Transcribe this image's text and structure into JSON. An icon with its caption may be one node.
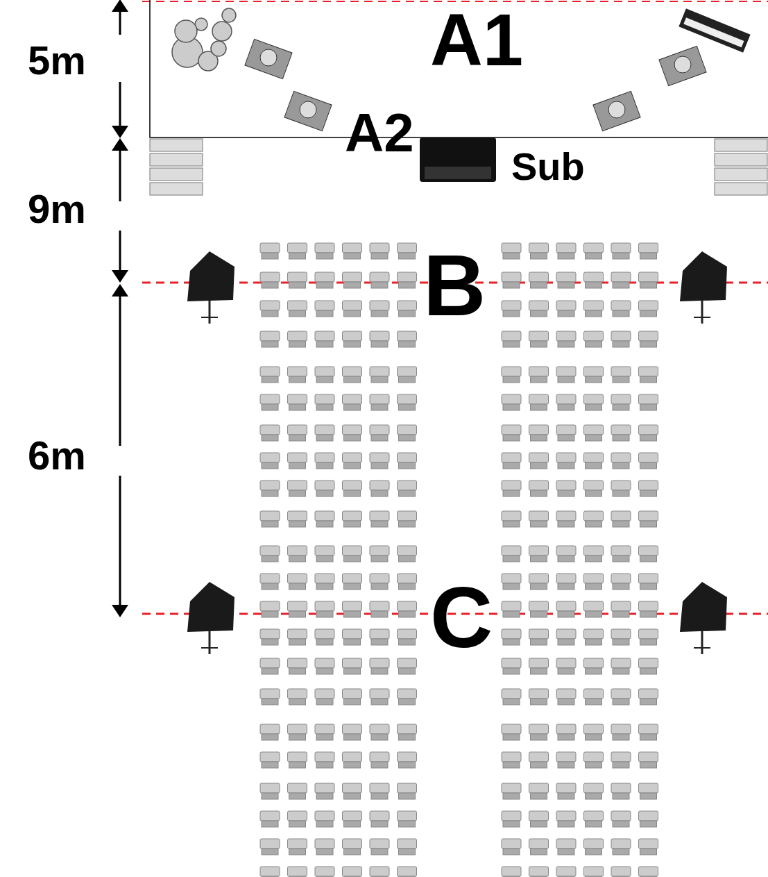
{
  "diagram": {
    "labels": [
      "5m",
      "A1",
      "A2",
      "Sub",
      "9m",
      "B",
      "6m",
      "C"
    ]
  }
}
